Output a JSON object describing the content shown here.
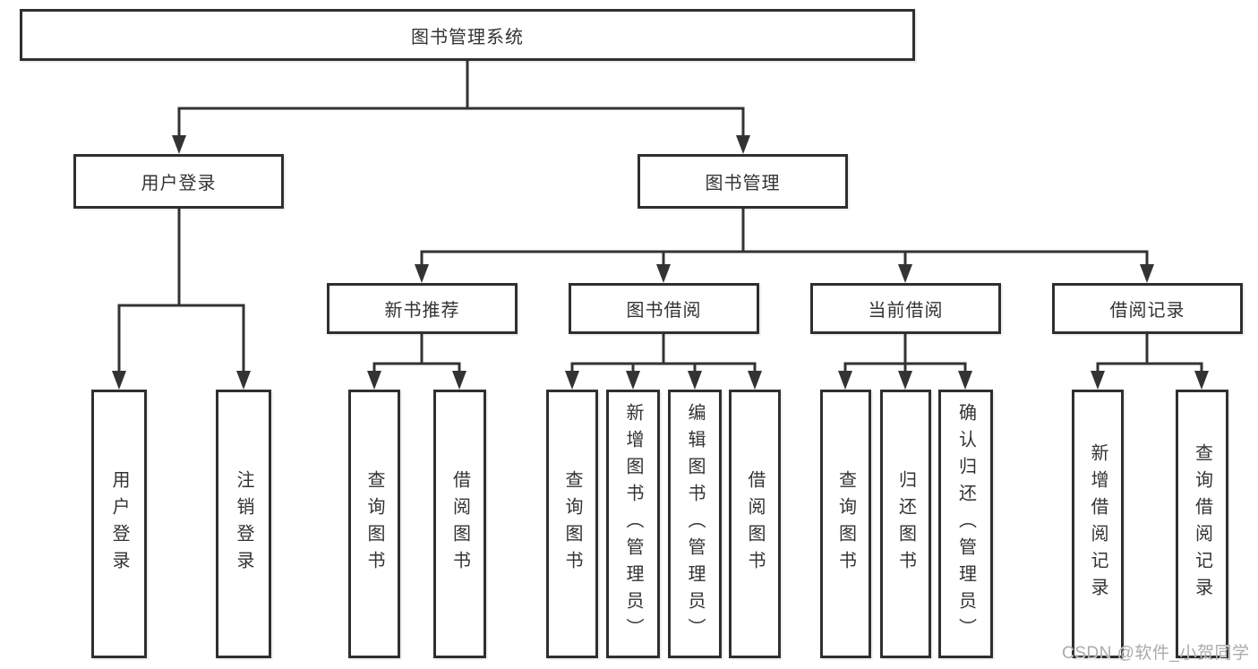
{
  "tree": {
    "root": {
      "label": "图书管理系统",
      "children": [
        {
          "label": "用户登录",
          "children": [
            {
              "label": "用户登录"
            },
            {
              "label": "注销登录"
            }
          ]
        },
        {
          "label": "图书管理",
          "children": [
            {
              "label": "新书推荐",
              "children": [
                {
                  "label": "查询图书"
                },
                {
                  "label": "借阅图书"
                }
              ]
            },
            {
              "label": "图书借阅",
              "children": [
                {
                  "label": "查询图书"
                },
                {
                  "label": "新增图书（管理员）"
                },
                {
                  "label": "编辑图书（管理员）"
                },
                {
                  "label": "借阅图书"
                }
              ]
            },
            {
              "label": "当前借阅",
              "children": [
                {
                  "label": "查询图书"
                },
                {
                  "label": "归还图书"
                },
                {
                  "label": "确认归还（管理员）"
                }
              ]
            },
            {
              "label": "借阅记录",
              "children": [
                {
                  "label": "新增借阅记录"
                },
                {
                  "label": "查询借阅记录"
                }
              ]
            }
          ]
        }
      ]
    }
  },
  "watermark": {
    "text": "CSDN @软件_小贺同学"
  },
  "colors": {
    "line": "#333333",
    "box_border": "#2f2f2f",
    "text": "#333333",
    "watermark": "#ababab",
    "background": "#ffffff"
  }
}
